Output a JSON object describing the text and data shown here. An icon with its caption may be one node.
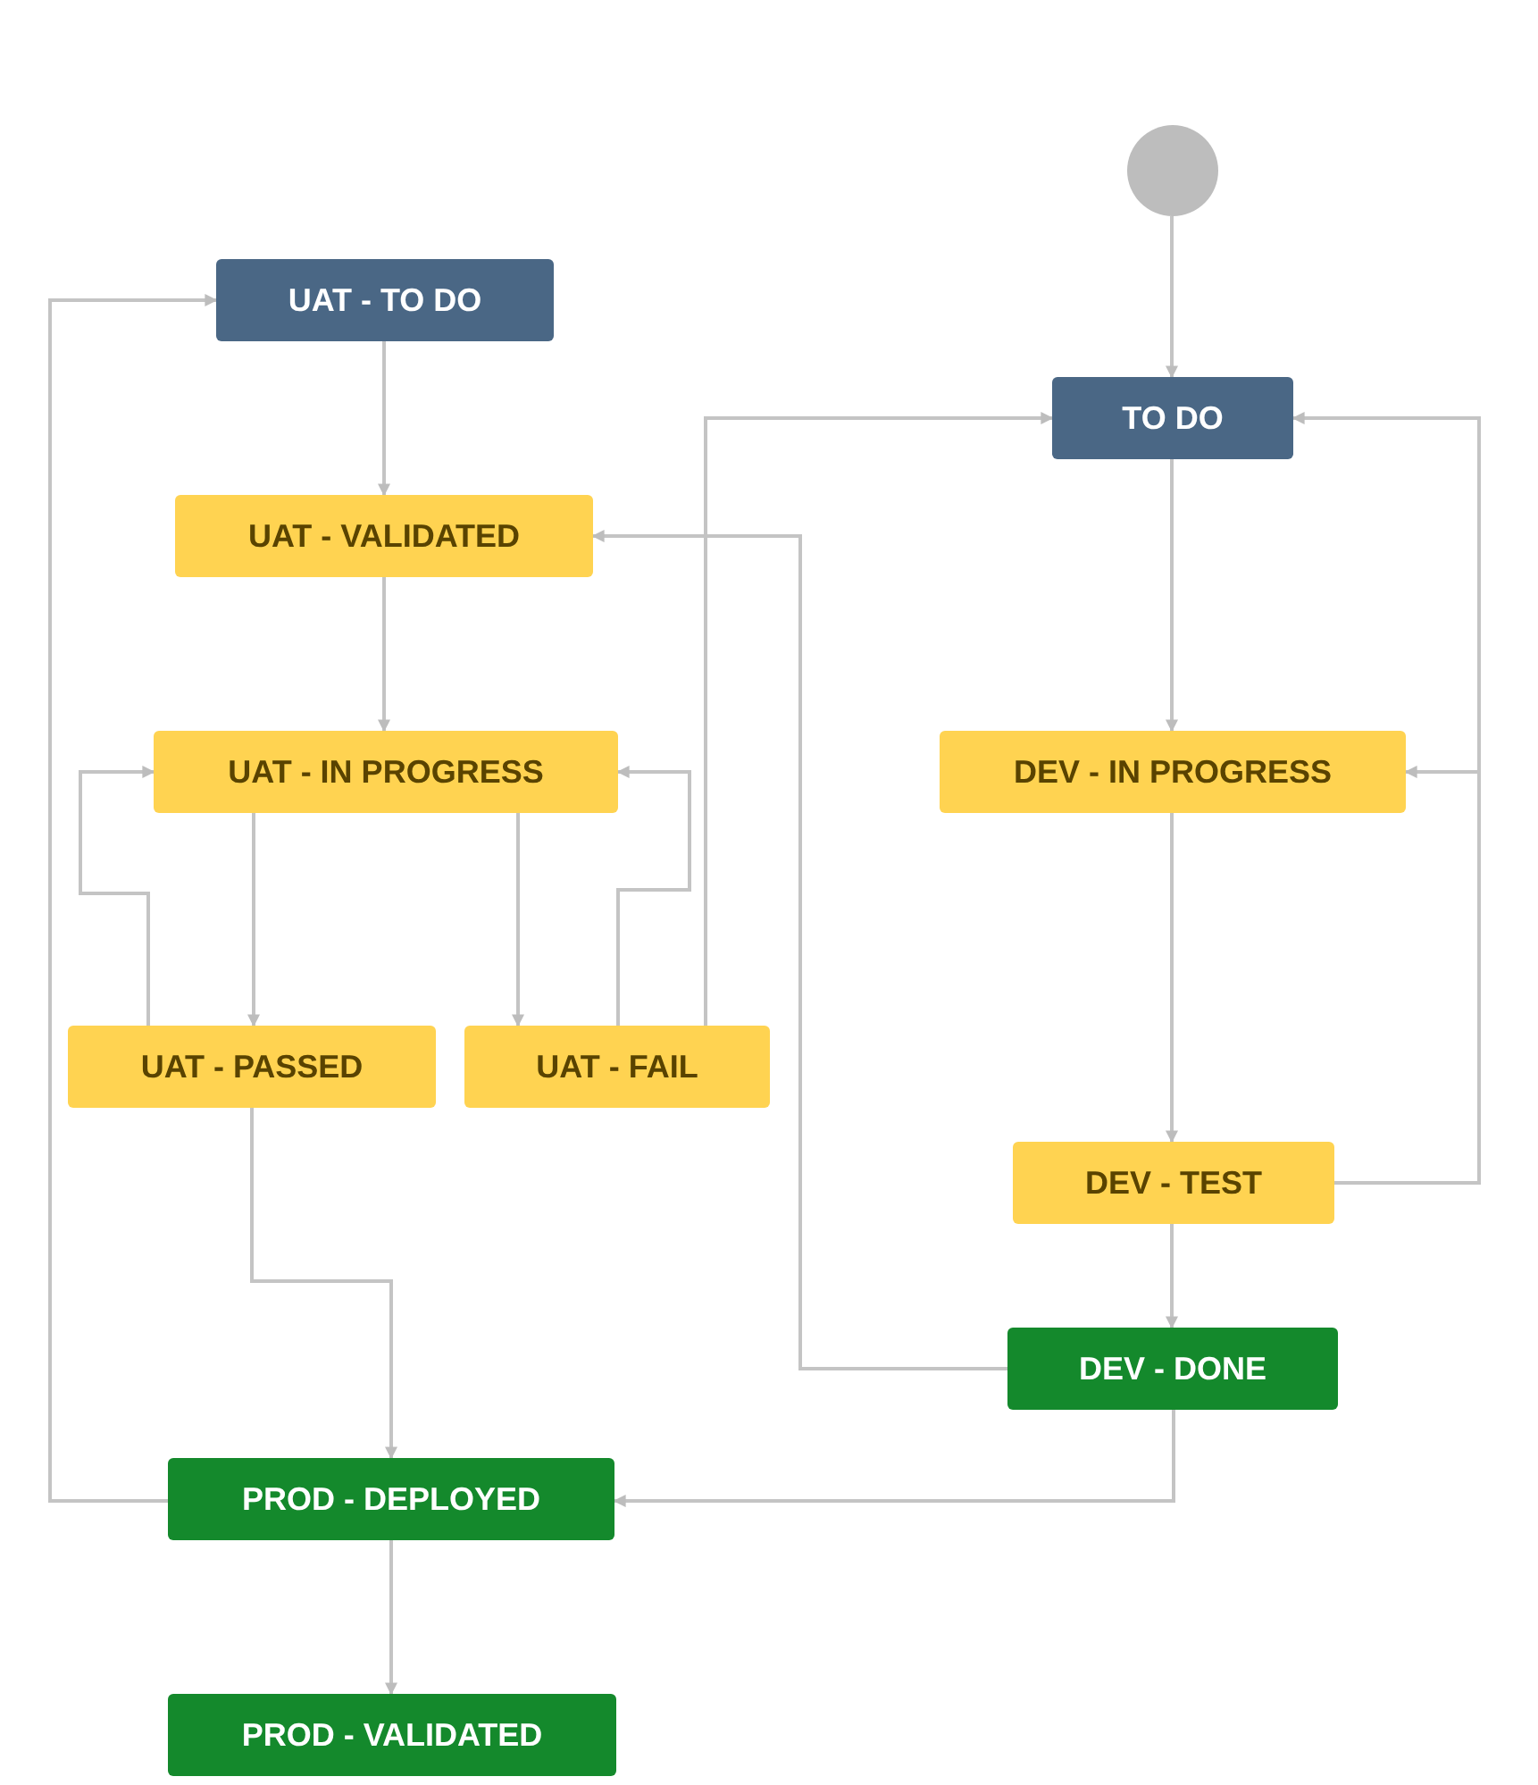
{
  "diagram": {
    "nodes": [
      {
        "text": [],
        "shape": "circle"
      },
      {
        "text": [
          "UAT - TO DO"
        ]
      },
      {
        "text": [
          "TO DO"
        ]
      },
      {
        "text": [
          "UAT - VALIDATED"
        ]
      },
      {
        "text": [
          "UAT - IN PROGRESS"
        ]
      },
      {
        "text": [
          "DEV - IN PROGRESS"
        ]
      },
      {
        "text": [
          "UAT - PASSED"
        ]
      },
      {
        "text": [
          "UAT - FAIL"
        ]
      },
      {
        "text": [
          "DEV - TEST"
        ]
      },
      {
        "text": [
          "DEV - DONE"
        ]
      },
      {
        "text": [
          "PROD - DEPLOYED"
        ]
      },
      {
        "text": [
          "PROD - VALIDATED"
        ]
      }
    ],
    "edges": [
      {
        "from": 0,
        "to": 2,
        "arrow": "to"
      },
      {
        "from": 1,
        "to": 3,
        "arrow": "to"
      },
      {
        "from": 3,
        "to": 4,
        "arrow": "to"
      },
      {
        "from": 4,
        "to": 6,
        "arrow": "to"
      },
      {
        "from": 4,
        "to": 7,
        "arrow": "to"
      },
      {
        "from": 6,
        "to": 4,
        "arrow": "to"
      },
      {
        "from": 7,
        "to": 4,
        "arrow": "to"
      },
      {
        "from": 7,
        "to": 2,
        "arrow": "to"
      },
      {
        "from": 2,
        "to": 5,
        "arrow": "to"
      },
      {
        "from": 5,
        "to": 8,
        "arrow": "to"
      },
      {
        "from": 8,
        "to": 5,
        "arrow": "to"
      },
      {
        "from": 8,
        "to": 2,
        "arrow": "to"
      },
      {
        "from": 8,
        "to": 9,
        "arrow": "to"
      },
      {
        "from": 9,
        "to": 3,
        "arrow": "to"
      },
      {
        "from": 9,
        "to": 10,
        "arrow": "to"
      },
      {
        "from": 6,
        "to": 10,
        "arrow": "to"
      },
      {
        "from": 10,
        "to": 1,
        "arrow": "to"
      },
      {
        "from": 10,
        "to": 11,
        "arrow": "to"
      }
    ]
  }
}
